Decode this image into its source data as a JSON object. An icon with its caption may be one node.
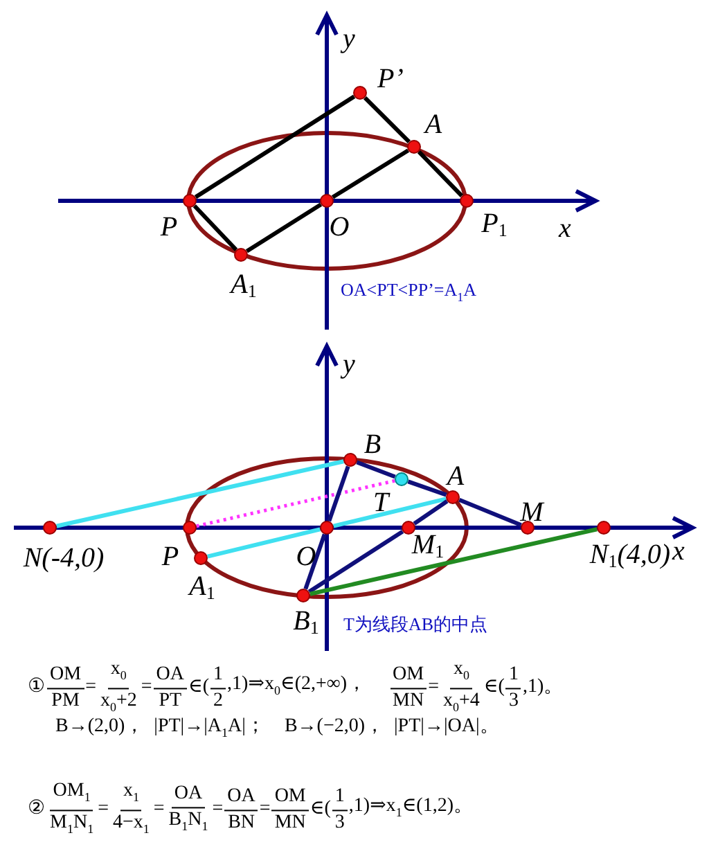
{
  "diagram": {
    "nodes": [
      {
        "text": [
          "P’"
        ]
      },
      {
        "text": [
          "A"
        ]
      },
      {
        "text": [
          "P"
        ]
      },
      {
        "text": [
          "O"
        ]
      },
      {
        "text": [
          "P$_{1}$"
        ]
      },
      {
        "text": [
          "A$_{1}$"
        ]
      },
      {
        "text": [
          "B"
        ]
      },
      {
        "text": [
          "T"
        ]
      },
      {
        "text": [
          "A"
        ]
      },
      {
        "text": [
          "M"
        ]
      },
      {
        "text": [
          "N(-4,0)"
        ]
      },
      {
        "text": [
          "P"
        ]
      },
      {
        "text": [
          "O"
        ]
      },
      {
        "text": [
          "M$_{1}$"
        ]
      },
      {
        "text": [
          "N$_{1}$(4,0)"
        ]
      },
      {
        "text": [
          "A$_{1}$"
        ]
      },
      {
        "text": [
          "B$_{1}$"
        ]
      }
    ],
    "edges": [
      {
        "from": 2,
        "to": 0,
        "arrow": "none",
        "color": "#000000"
      },
      {
        "from": 0,
        "to": 1,
        "arrow": "none",
        "color": "#000000"
      },
      {
        "from": 1,
        "to": 4,
        "arrow": "none",
        "color": "#000000"
      },
      {
        "from": 2,
        "to": 5,
        "arrow": "none",
        "color": "#000000"
      },
      {
        "from": 5,
        "to": 3,
        "arrow": "none",
        "color": "#000000"
      },
      {
        "from": 3,
        "to": 1,
        "arrow": "none",
        "color": "#000000"
      },
      {
        "from": 10,
        "to": 6,
        "arrow": "none",
        "color": "#40e0f0"
      },
      {
        "from": 11,
        "to": 7,
        "arrow": "none",
        "style": "dashed",
        "color": "#ff33ff"
      },
      {
        "from": 15,
        "to": 12,
        "arrow": "none",
        "color": "#40e0f0"
      },
      {
        "from": 12,
        "to": 8,
        "arrow": "none",
        "color": "#40e0f0"
      },
      {
        "from": 6,
        "to": 7,
        "arrow": "none"
      },
      {
        "from": 7,
        "to": 8,
        "arrow": "none"
      },
      {
        "from": 8,
        "to": 9,
        "arrow": "none"
      },
      {
        "from": 6,
        "to": 12,
        "arrow": "none"
      },
      {
        "from": 12,
        "to": 16,
        "arrow": "none"
      },
      {
        "from": 16,
        "to": 13,
        "arrow": "none"
      },
      {
        "from": 13,
        "to": 8,
        "arrow": "none"
      },
      {
        "from": 16,
        "to": 14,
        "arrow": "none",
        "color": "#228b22"
      }
    ],
    "labels": [
      "y",
      "x",
      "OA<PT<PP’=A$_{1}$A",
      "y",
      "x",
      "T为线段AB的中点",
      "①",
      "OM",
      "PM",
      "=",
      "x$_{0}$",
      "x$_{0}$+2",
      "=",
      "OA",
      "PT",
      "∈(",
      "1",
      "2",
      ",1)⇒x$_{0}$∈(2,+∞)，",
      "OM",
      "MN",
      "=",
      "x$_{0}$",
      "x$_{0}$+4",
      "∈(",
      "1",
      "3",
      ",1)。",
      "B→(2,0)，  |PT|→|A$_{1}$A|；    B→(−2,0)，  |PT|→|OA|。",
      "②",
      "OM$_{1}$",
      "M$_{1}$N$_{1}$",
      "=",
      "x$_{1}$",
      "4−x$_{1}$",
      "=",
      "OA",
      "B$_{1}$N$_{1}$",
      "=",
      "OA",
      "BN",
      "=",
      "OM",
      "MN",
      "∈(",
      "1",
      "3",
      ",1)⇒x$_{1}$∈(1,2)。"
    ]
  }
}
